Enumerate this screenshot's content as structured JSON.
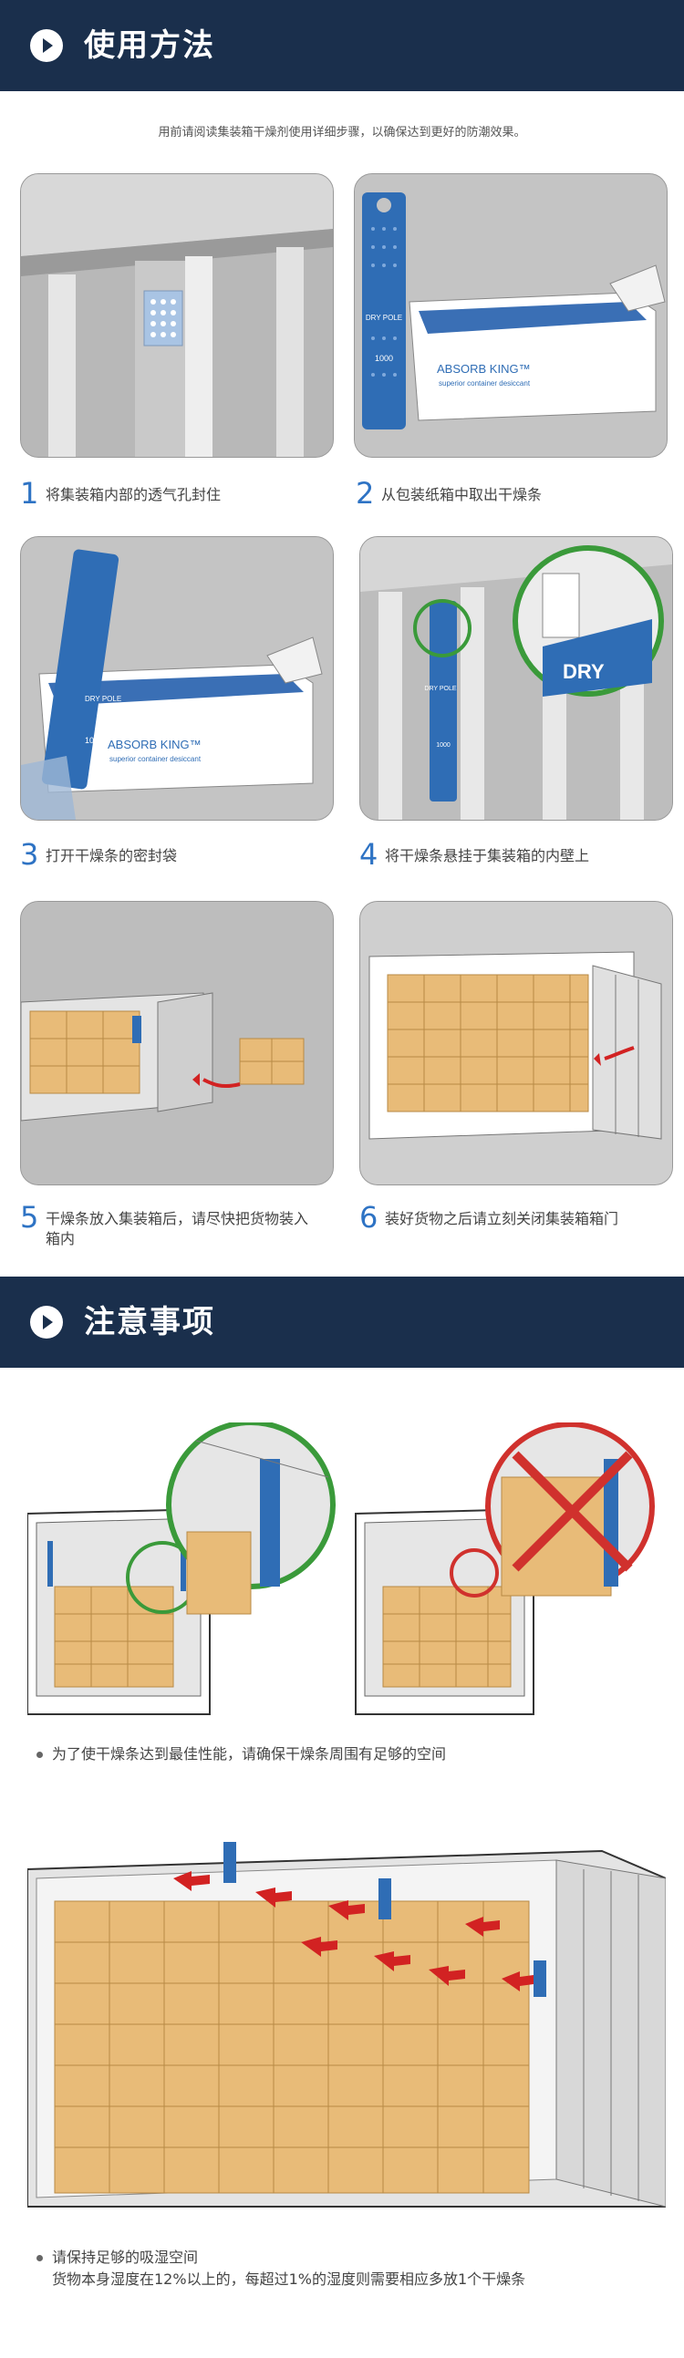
{
  "usage": {
    "title": "使用方法",
    "intro": "用前请阅读集装箱干燥剂使用详细步骤，以确保达到更好的防潮效果。",
    "steps": [
      {
        "num": "1",
        "text": "将集装箱内部的透气孔封住"
      },
      {
        "num": "2",
        "text": "从包装纸箱中取出干燥条"
      },
      {
        "num": "3",
        "text": "打开干燥条的密封袋"
      },
      {
        "num": "4",
        "text": "将干燥条悬挂于集装箱的内壁上"
      },
      {
        "num": "5",
        "text": "干燥条放入集装箱后，请尽快把货物装入箱内"
      },
      {
        "num": "6",
        "text": "装好货物之后请立刻关闭集装箱箱门"
      }
    ]
  },
  "product": {
    "brand": "ABSORB KING™",
    "tagline": "superior container desiccant",
    "strip_label": "DRY POLE",
    "strip_weight": "1000"
  },
  "notice": {
    "title": "注意事项",
    "note1": "为了使干燥条达到最佳性能，请确保干燥条周围有足够的空间",
    "note2_line1": "请保持足够的吸湿空间",
    "note2_line2": "货物本身湿度在12%以上的，每超过1%的湿度则需要相应多放1个干燥条"
  },
  "colors": {
    "header_band": "#1a2f4c",
    "step_number": "#2e73c4",
    "desiccant_blue": "#2f6db5",
    "cargo": "#e8bb78",
    "ok_circle": "#3a9a3a",
    "bad_circle": "#d0312d",
    "arrow_red": "#d22222"
  }
}
